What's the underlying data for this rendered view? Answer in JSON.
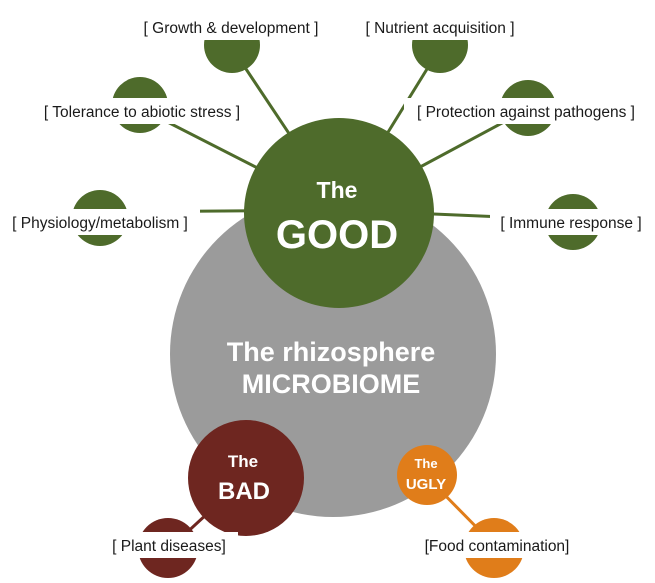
{
  "colors": {
    "good": "#4e6b2b",
    "microbiome": "#9b9b9b",
    "bad": "#6e2620",
    "ugly": "#e07d1a",
    "label_text": "#1a1a1a"
  },
  "center": {
    "line1": "The rhizosphere",
    "line2": "MICROBIOME"
  },
  "good": {
    "small": "The",
    "big": "GOOD",
    "roles": [
      "[ Growth & development ]",
      "[ Nutrient acquisition ]",
      "[ Tolerance to abiotic stress ]",
      "[ Protection against pathogens ]",
      "[ Physiology/metabolism ]",
      "[ Immune response ]"
    ]
  },
  "bad": {
    "small": "The",
    "big": "BAD",
    "role": "[ Plant diseases]"
  },
  "ugly": {
    "small": "The",
    "big": "UGLY",
    "role": "[Food contamination]"
  }
}
